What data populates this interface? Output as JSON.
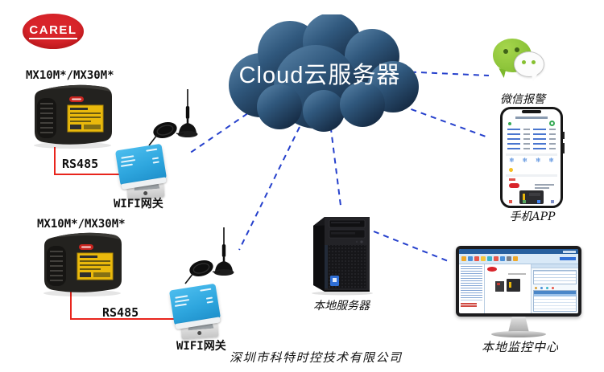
{
  "brand": {
    "name": "CAREL"
  },
  "cloud": {
    "label": "Cloud云服务器"
  },
  "left_chain": {
    "controller1_label": "MX10M*/MX30M*",
    "bus1_label": "RS485",
    "gateway1_label": "WIFI网关",
    "controller2_label": "MX10M*/MX30M*",
    "bus2_label": "RS485",
    "gateway2_label": "WIFI网关"
  },
  "right_side": {
    "wechat_label": "微信报警",
    "phone_label": "手机APP",
    "monitor_label": "本地监控中心"
  },
  "center": {
    "server_label": "本地服务器"
  },
  "footer": {
    "company": "深圳市科特时控技术有限公司"
  },
  "icons": {
    "cloud": "cloud-shape",
    "wechat": "wechat-speech-bubbles",
    "antenna": "whip-antenna",
    "controller": "carel-mx-controller",
    "gateway": "wifi-gateway-box",
    "server": "tower-server",
    "phone": "smartphone-app",
    "monitor": "desktop-monitor"
  },
  "colors": {
    "link_blue": "#2540cc",
    "bus_red": "#e8251d",
    "carel_red": "#d8242a",
    "gateway_blue": "#2fa8e1",
    "wechat_green": "#7cb82c",
    "cloud_light": "#5d87ab",
    "cloud_dark": "#142840"
  }
}
